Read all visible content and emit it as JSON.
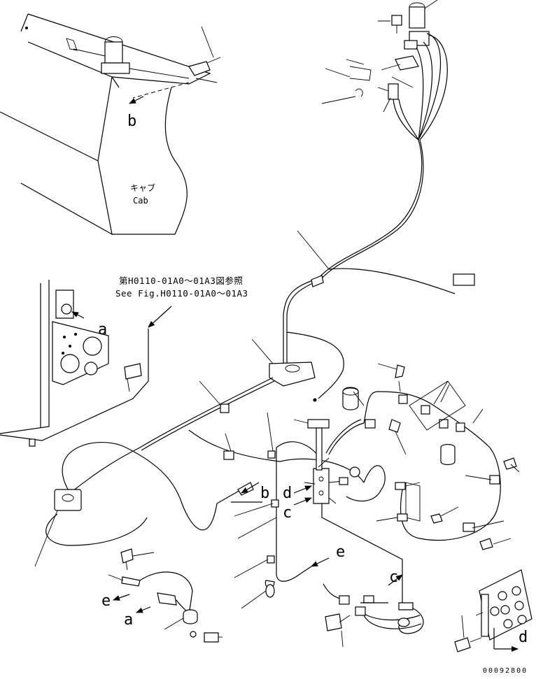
{
  "cab_label": {
    "jp": "キャブ",
    "en": "Cab"
  },
  "reference_note": {
    "jp": "第H0110-01A0～01A3図参照",
    "en": "See Fig.H0110-01A0～01A3"
  },
  "callout_letters": {
    "b_cab": "b",
    "a_panel": "a",
    "b_mid": "b",
    "d_mid": "d",
    "c_mid": "c",
    "e_mid": "e",
    "e_low": "e",
    "a_low": "a",
    "c_low": "c",
    "d_low": "d"
  },
  "drawing_number": "00092800"
}
